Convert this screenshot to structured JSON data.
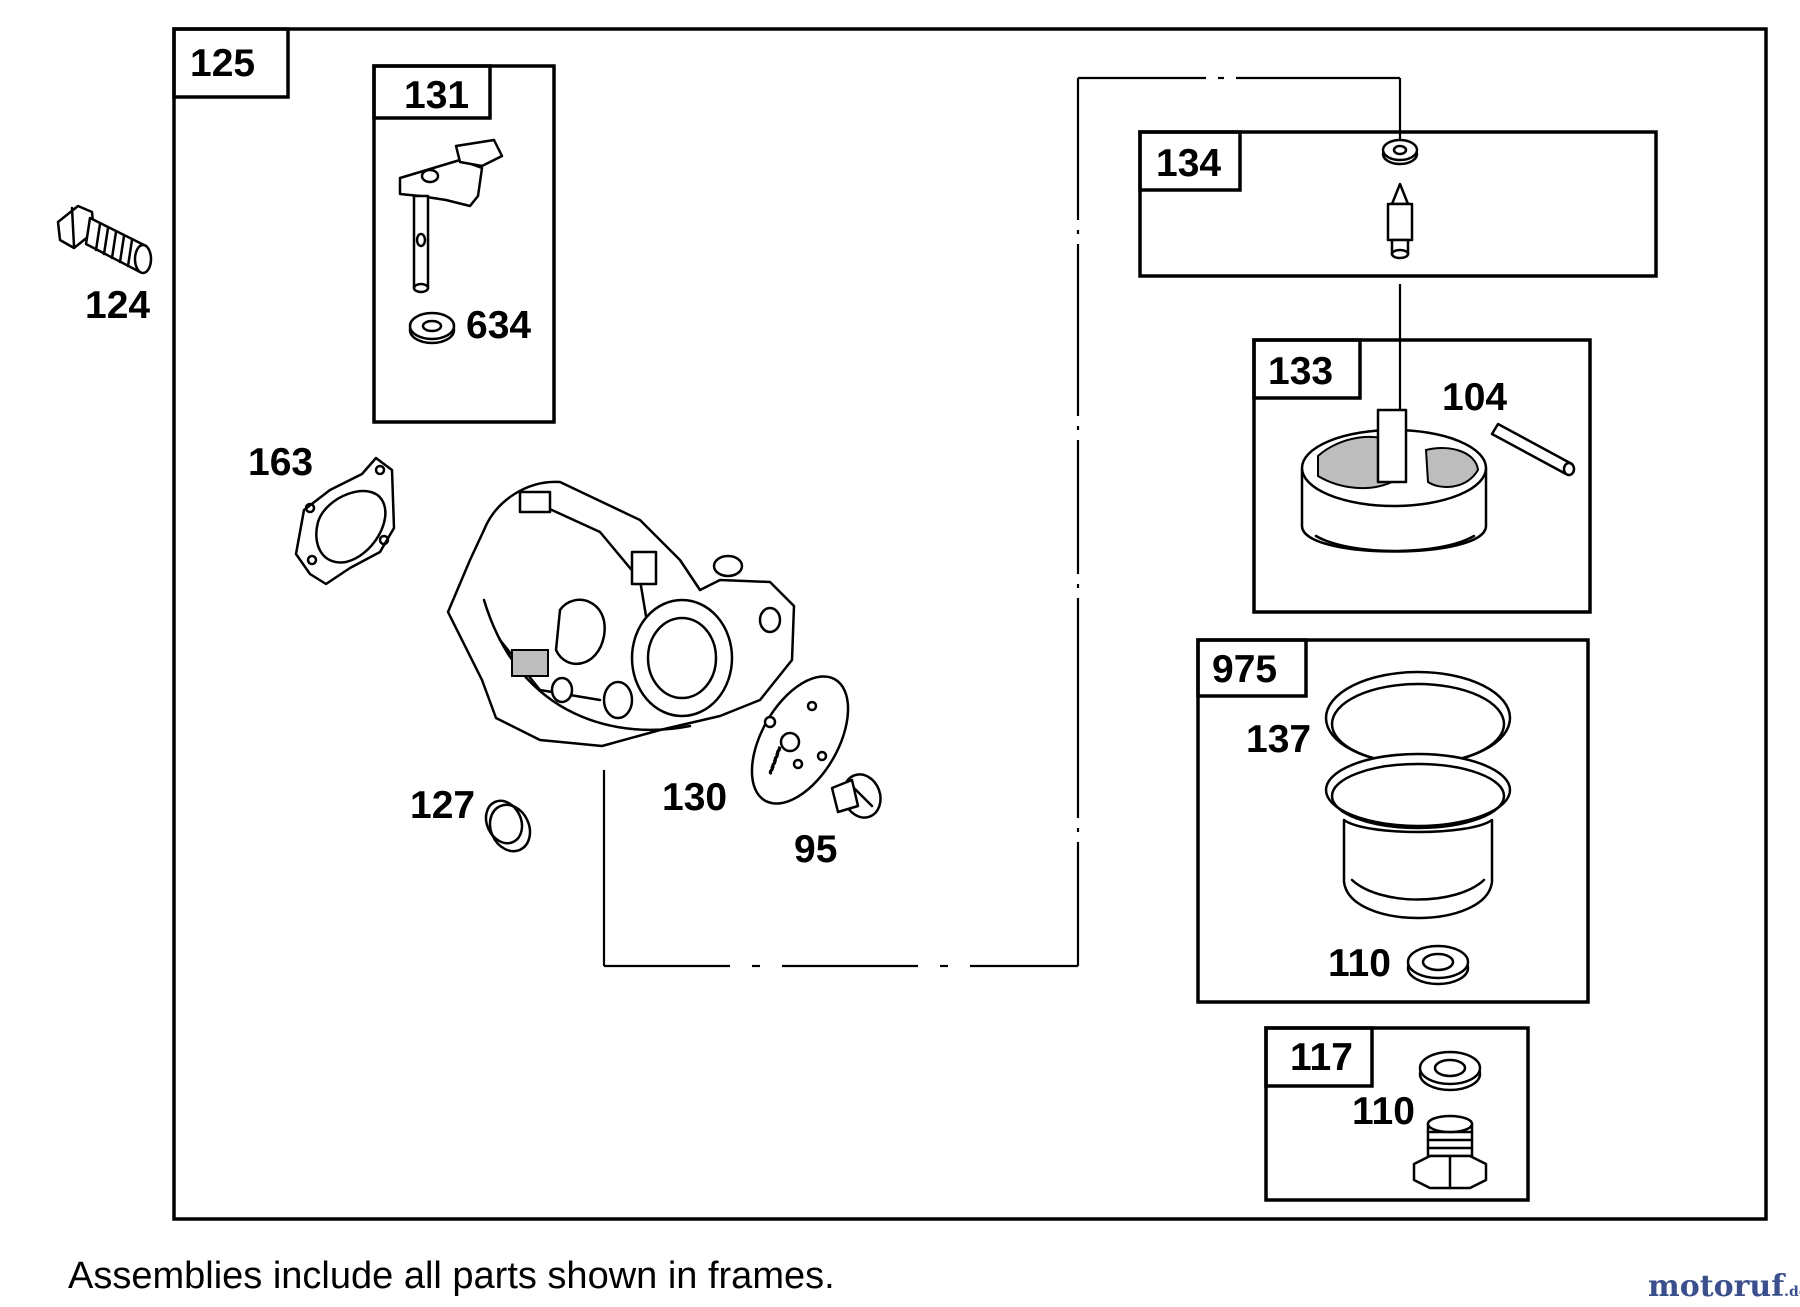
{
  "assembly": {
    "number": "125"
  },
  "frames": [
    {
      "id": "131",
      "label": "131"
    },
    {
      "id": "134",
      "label": "134"
    },
    {
      "id": "133",
      "label": "133"
    },
    {
      "id": "975",
      "label": "975"
    },
    {
      "id": "117",
      "label": "117"
    }
  ],
  "callouts": {
    "p124": "124",
    "p634": "634",
    "p163": "163",
    "p127": "127",
    "p130": "130",
    "p95": "95",
    "p104": "104",
    "p137": "137",
    "p110a": "110",
    "p110b": "110"
  },
  "caption": "Assemblies include all parts shown in frames.",
  "watermark": {
    "main": "motoruf",
    "suffix": ".de",
    "color": "#3a4f8c"
  }
}
